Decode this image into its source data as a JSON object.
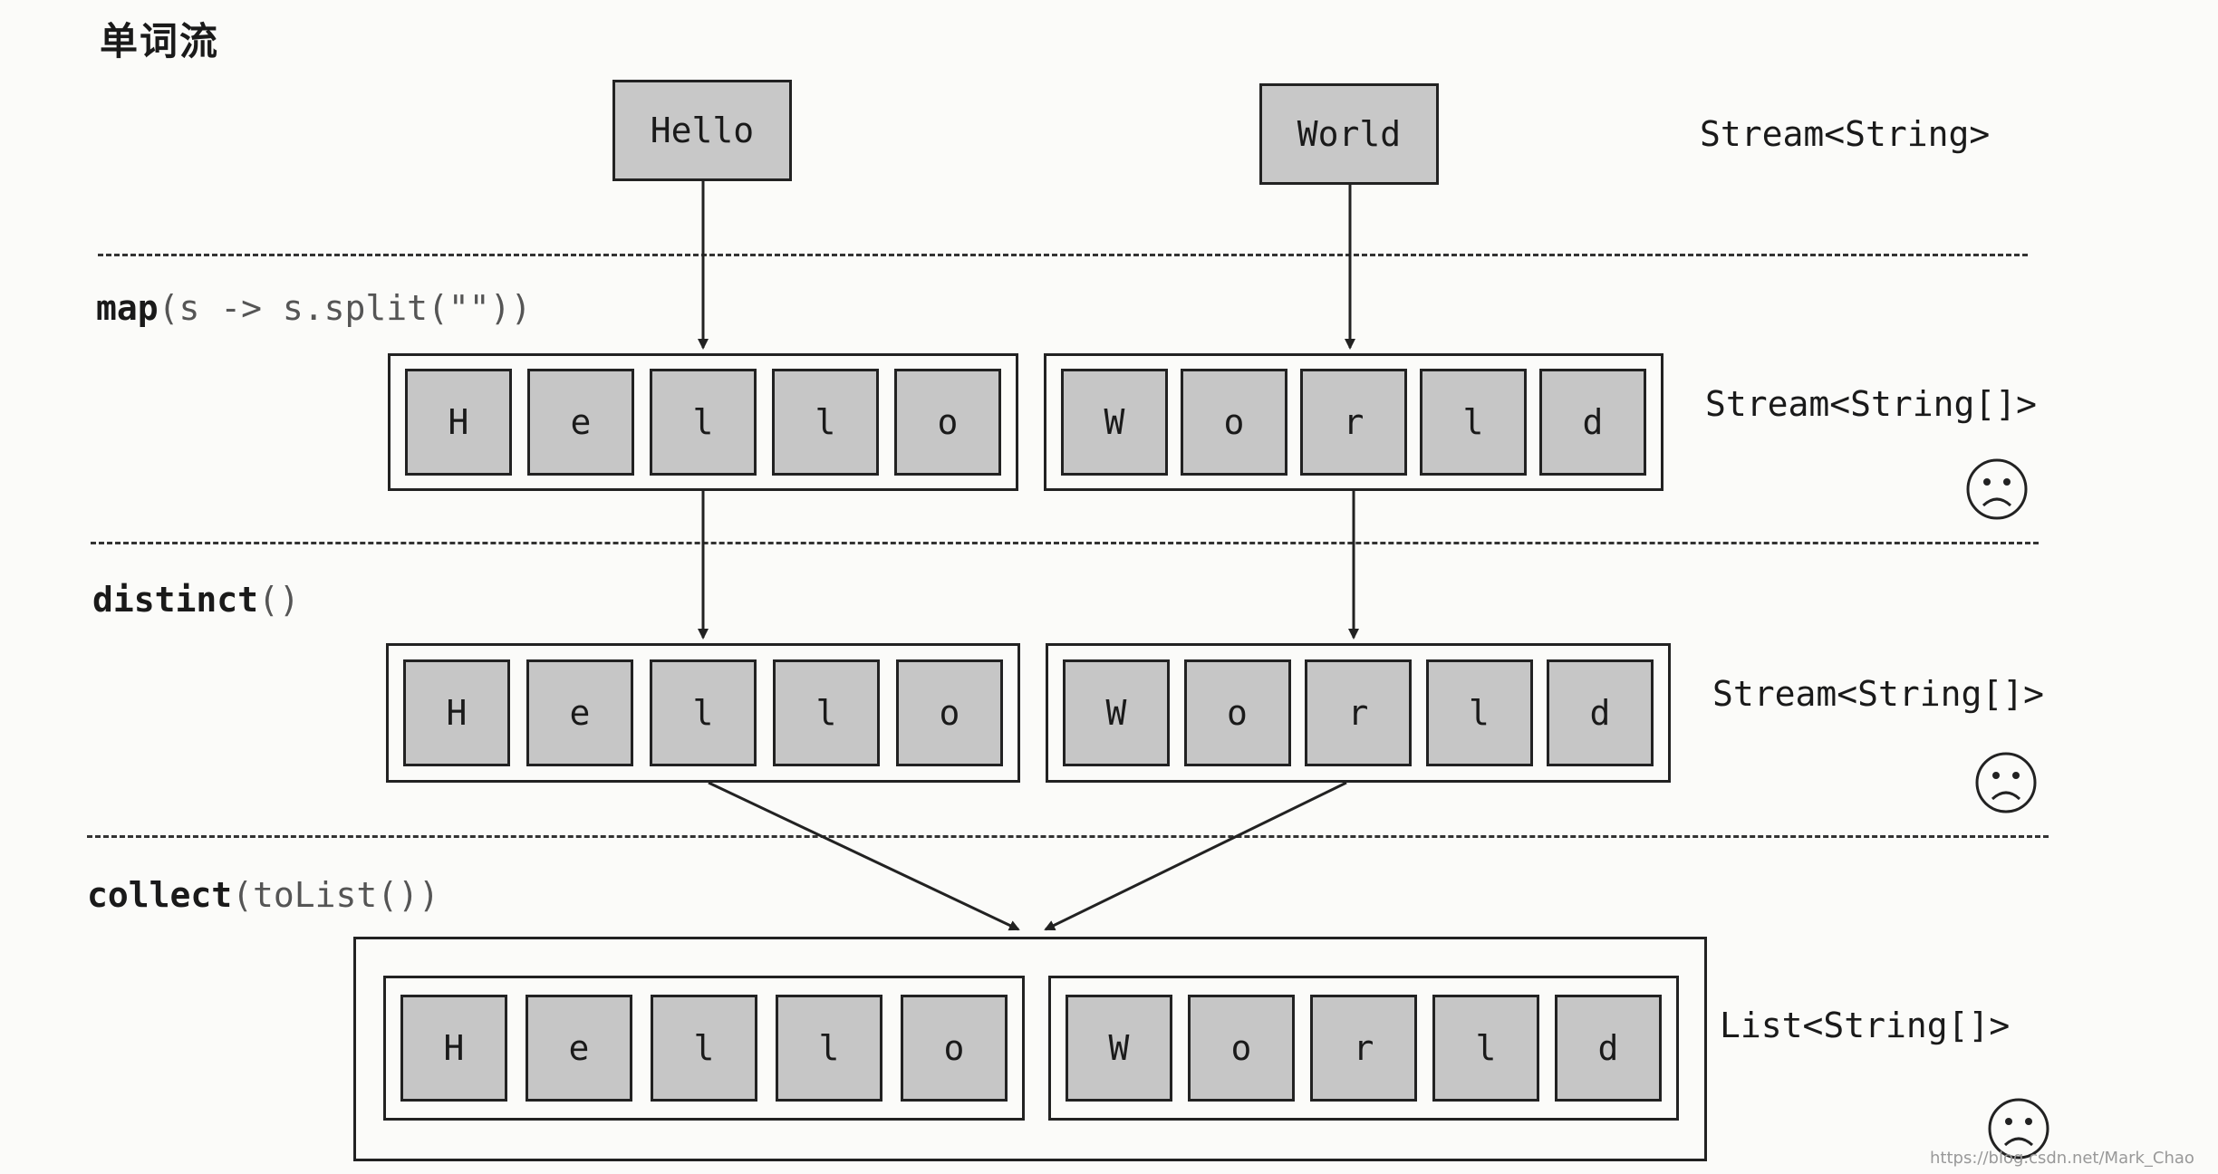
{
  "title": "单词流",
  "words": [
    "Hello",
    "World"
  ],
  "stages": [
    {
      "op": "map",
      "args": "(s -> s.split(\"\"))",
      "type": "Stream<String[]>"
    },
    {
      "op": "distinct",
      "args": "()",
      "type": "Stream<String[]>"
    },
    {
      "op": "collect",
      "args": "(toList())",
      "type": "List<String[]>"
    }
  ],
  "top_type": "Stream<String>",
  "letters": [
    [
      "H",
      "e",
      "l",
      "l",
      "o"
    ],
    [
      "W",
      "o",
      "r",
      "l",
      "d"
    ]
  ],
  "watermark": "https://blog.csdn.net/Mark_Chao",
  "colors": {
    "box_fill": "#c6c6c6",
    "line": "#222222",
    "background": "#fbfbf9"
  },
  "icons": {
    "sad": "frowning-face-icon"
  }
}
